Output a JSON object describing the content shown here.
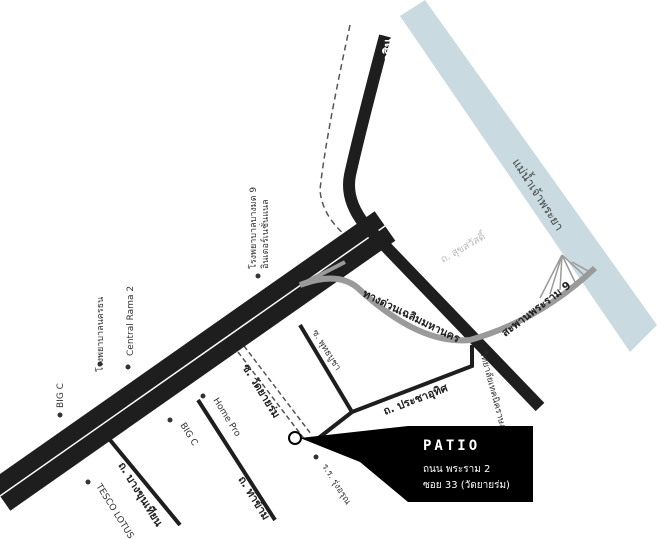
{
  "map": {
    "river": {
      "label": "แม่น้ำเจ้าพระยา",
      "color": "#c9dbe1"
    },
    "roads": {
      "somdet_phra_chao_taksin": "ถ. สมเด็จพระเจ้าตากสิน",
      "expressway": "ทางด่วนเฉลิมมหานคร",
      "rama9_bridge": "สะพานพระราม 9",
      "suk_sawat": "ถ. สุขสวัสดิ์",
      "phutthabucha": "ซ. พุทธบูชา",
      "wat_yai_sri": "ซ. วัดยายร่ม",
      "pracha_uthit": "ถ. ประชาอุทิศ",
      "bang_khun_thian": "ถ. บางขุนเทียน",
      "tha_kham": "ถ. ท่าข้าม"
    },
    "landmarks": {
      "hospital_bangmod": "โรงพยาบาลบางมด 9",
      "hospital_bangmod_sub": "อินเตอร์เนชั่นแนล",
      "hospital_nakarin": "โรงพยาบาลนครธน",
      "central_rama2": "Central Rama 2",
      "big_c_1": "BIG C",
      "big_c_2": "BIG C",
      "home_pro": "Home Pro",
      "tesco_lotus": "TESCO LOTUS",
      "school": "ร.ร. รุ่งอรุณ",
      "trade_school": "วิทยาลัยเทคนิคราษฎร์บูรณะ"
    },
    "callout": {
      "title": "PATIO",
      "line1": "ถนน พระราม 2",
      "line2": "ซอย 33 (วัดยายร่ม)"
    },
    "colors": {
      "main_road": "#1e1e1e",
      "expressway": "#9a9a9a",
      "callout_bg": "#000000"
    }
  }
}
